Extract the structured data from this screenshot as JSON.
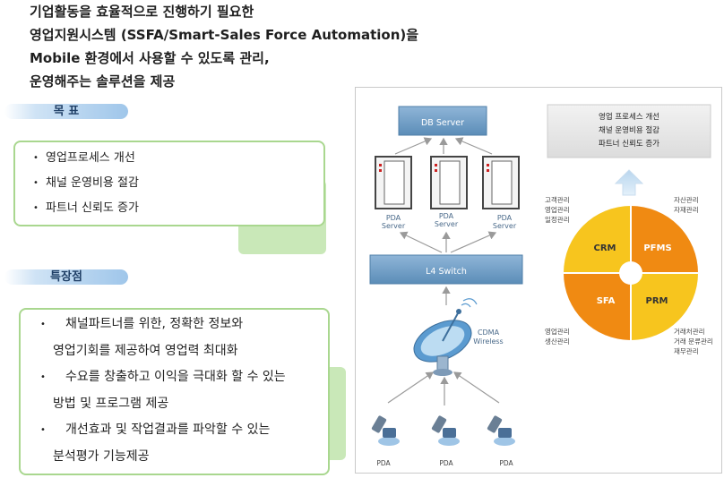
{
  "intro": {
    "lines": [
      "기업활동을 효율적으로 진행하기 필요한",
      "영업지원시스템 (SSFA/Smart-Sales Force Automation)을",
      "Mobile 환경에서 사용할 수 있도록 관리,",
      "운영해주는 솔루션을 제공"
    ]
  },
  "goals": {
    "title": "목 표",
    "items": [
      "영업프로세스 개선",
      "채널 운영비용 절감",
      "파트너 신뢰도 증가"
    ]
  },
  "features": {
    "title": "특장점",
    "items": [
      {
        "text": "채널파트너를 위한, 정확한 정보와",
        "bullet": true
      },
      {
        "text": "영업기회를  제공하여 영업력 최대화",
        "bullet": false
      },
      {
        "text": "수요를 창출하고 이익을 극대화 할 수 있는",
        "bullet": true
      },
      {
        "text": "방법 및 프로그램 제공",
        "bullet": false
      },
      {
        "text": "개선효과 및 작업결과를 파악할 수 있는",
        "bullet": true
      },
      {
        "text": "분석평가 기능제공",
        "bullet": false
      }
    ]
  },
  "diagram": {
    "db_server": "DB Server",
    "pda_servers": [
      [
        "PDA",
        "Server"
      ],
      [
        "PDA",
        "Server"
      ],
      [
        "PDA",
        "Server"
      ]
    ],
    "l4_switch": "L4 Switch",
    "cdma": [
      "CDMA",
      "Wireless"
    ],
    "pda_devices": [
      "PDA",
      "PDA",
      "PDA"
    ],
    "result_box": [
      "영업 프로세스 개선",
      "채널 운영비용 절감",
      "파트너 신뢰도 증가"
    ],
    "quadrants": [
      "CRM",
      "PFMS",
      "SFA",
      "PRM"
    ],
    "labels_tl": [
      "고객관리",
      "영업관리",
      "일정관리"
    ],
    "labels_tr": [
      "자산관리",
      "자재관리"
    ],
    "labels_bl": [
      "영업관리",
      "생산관리"
    ],
    "labels_br": [
      "거래처관리",
      "거래 문류관리",
      "재무관리"
    ],
    "colors": {
      "accent_blue": "#5b8db8",
      "crm": "#f7c51e",
      "pfms": "#f08a12",
      "sfa": "#f08a12",
      "prm": "#f7c51e"
    }
  }
}
